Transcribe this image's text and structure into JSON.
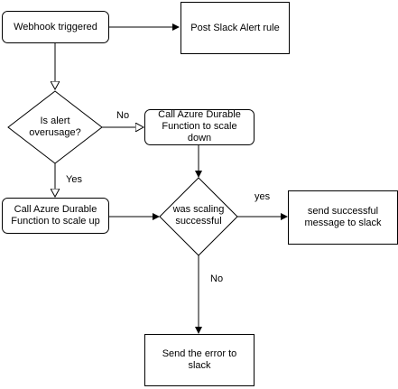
{
  "nodes": {
    "webhook": "Webhook triggered",
    "post_slack_rule": "Post Slack Alert rule",
    "is_alert_overusage": "Is alert\noverusage?",
    "call_scale_down": "Call Azure Durable\nFunction to scale\ndown",
    "call_scale_up": "Call Azure Durable\nFunction to scale up",
    "was_scaling_successful": "was scaling\nsuccessful",
    "send_success": "send successful\nmessage to slack",
    "send_error": "Send the error to\nslack"
  },
  "edges": {
    "no_to_scale_down": "No",
    "yes_to_scale_up": "Yes",
    "yes_to_success": "yes",
    "no_to_error": "No"
  },
  "colors": {
    "stroke": "#000000",
    "fill": "#ffffff",
    "text": "#000000"
  }
}
